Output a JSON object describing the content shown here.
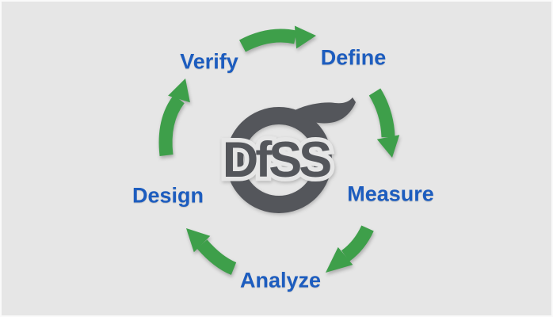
{
  "logo": {
    "text": "DfSS",
    "symbol": "sigma-ring",
    "color": "#54565B"
  },
  "cycle": {
    "direction": "clockwise",
    "stages": [
      {
        "label": "Verify"
      },
      {
        "label": "Define"
      },
      {
        "label": "Measure"
      },
      {
        "label": "Analyze"
      },
      {
        "label": "Design"
      }
    ],
    "arrows": [
      {
        "from": "Verify",
        "to": "Define"
      },
      {
        "from": "Define",
        "to": "Measure"
      },
      {
        "from": "Measure",
        "to": "Analyze"
      },
      {
        "from": "Analyze",
        "to": "Design"
      },
      {
        "from": "Design",
        "to": "Verify"
      }
    ]
  },
  "colors": {
    "background": "#E6E6E6",
    "edge_border": "#FAFAFA",
    "arrow_green": "#3E9F4A",
    "label_blue": "#1D5DBF",
    "logo_gray": "#54565B"
  }
}
